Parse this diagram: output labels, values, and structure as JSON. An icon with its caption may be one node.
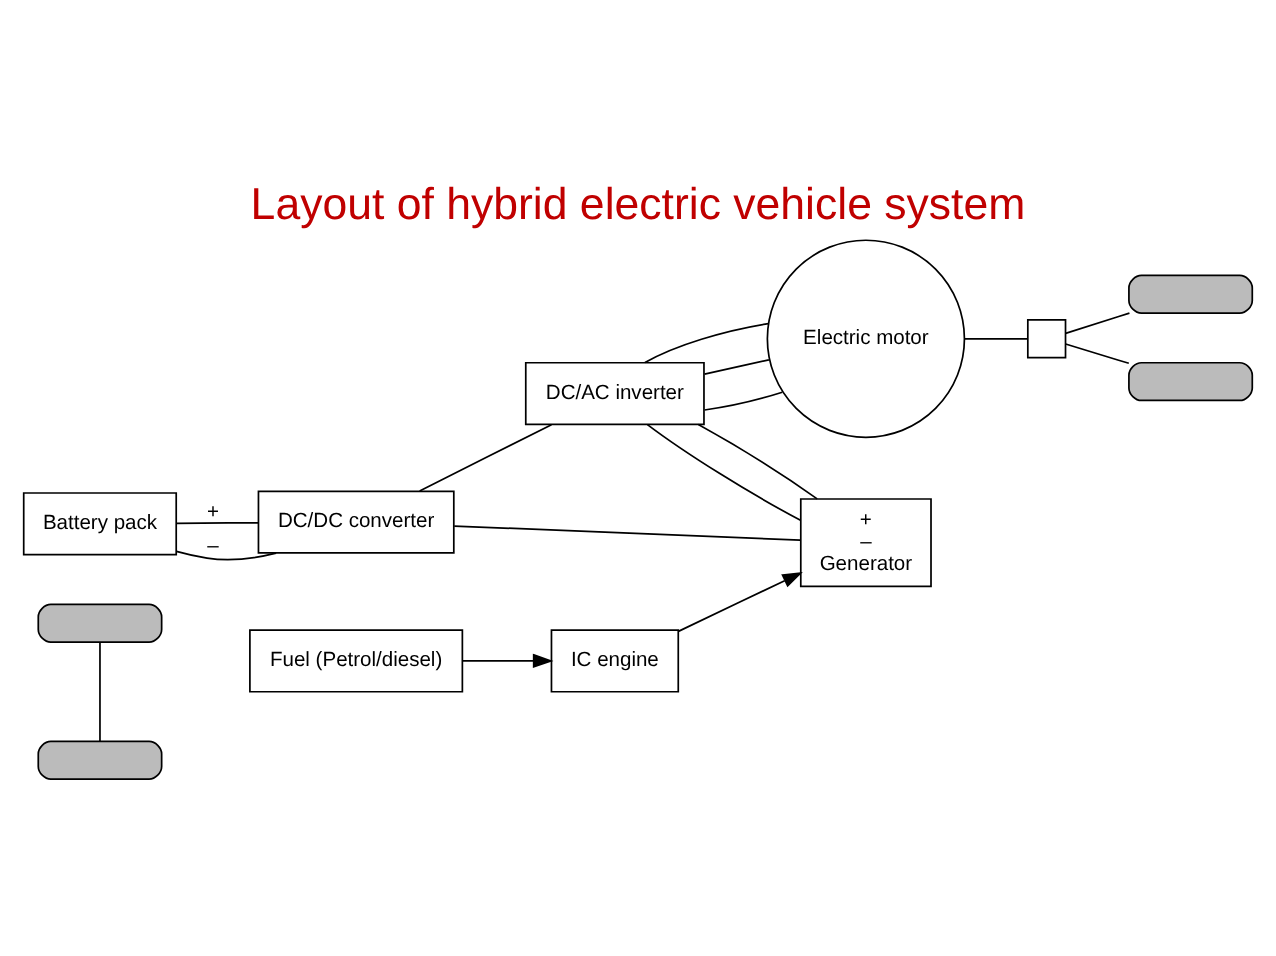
{
  "diagram": {
    "title": "Layout of hybrid electric vehicle system",
    "nodes": [
      {
        "text": [],
        "shape": "wheel"
      },
      {
        "text": [
          "Battery pack"
        ]
      },
      {
        "text": [],
        "shape": "wheel"
      },
      {
        "text": [
          "DC/DC converter"
        ]
      },
      {
        "text": [
          "DC/AC inverter"
        ]
      },
      {
        "text": [
          "Electric motor"
        ]
      },
      {
        "text": [],
        "shape": "box"
      },
      {
        "text": [],
        "shape": "wheel"
      },
      {
        "text": [
          "IC engine"
        ]
      },
      {
        "text": [
          "+",
          "–",
          "Generator"
        ]
      },
      {
        "text": [],
        "shape": "wheel"
      },
      {
        "text": [
          "Fuel (Petrol/diesel)"
        ]
      }
    ],
    "edges": [
      {
        "from": 0,
        "to": 7,
        "arrow": "none"
      },
      {
        "from": 1,
        "to": 3,
        "label": "+",
        "arrow": "none"
      },
      {
        "from": 1,
        "to": 3,
        "label": "–",
        "arrow": "none"
      },
      {
        "from": 3,
        "to": 4,
        "arrow": "none"
      },
      {
        "from": 3,
        "to": 9,
        "arrow": "none"
      },
      {
        "from": 4,
        "to": 9,
        "arrow": "none"
      },
      {
        "from": 4,
        "to": 9,
        "arrow": "none"
      },
      {
        "from": 4,
        "to": 5,
        "arrow": "none"
      },
      {
        "from": 4,
        "to": 5,
        "arrow": "none"
      },
      {
        "from": 4,
        "to": 5,
        "arrow": "none"
      },
      {
        "from": 5,
        "to": 6,
        "arrow": "none"
      },
      {
        "from": 6,
        "to": 2,
        "arrow": "none"
      },
      {
        "from": 6,
        "to": 10,
        "arrow": "none"
      },
      {
        "from": 8,
        "to": 9,
        "arrow": "to"
      },
      {
        "from": 11,
        "to": 8,
        "arrow": "to"
      }
    ]
  }
}
